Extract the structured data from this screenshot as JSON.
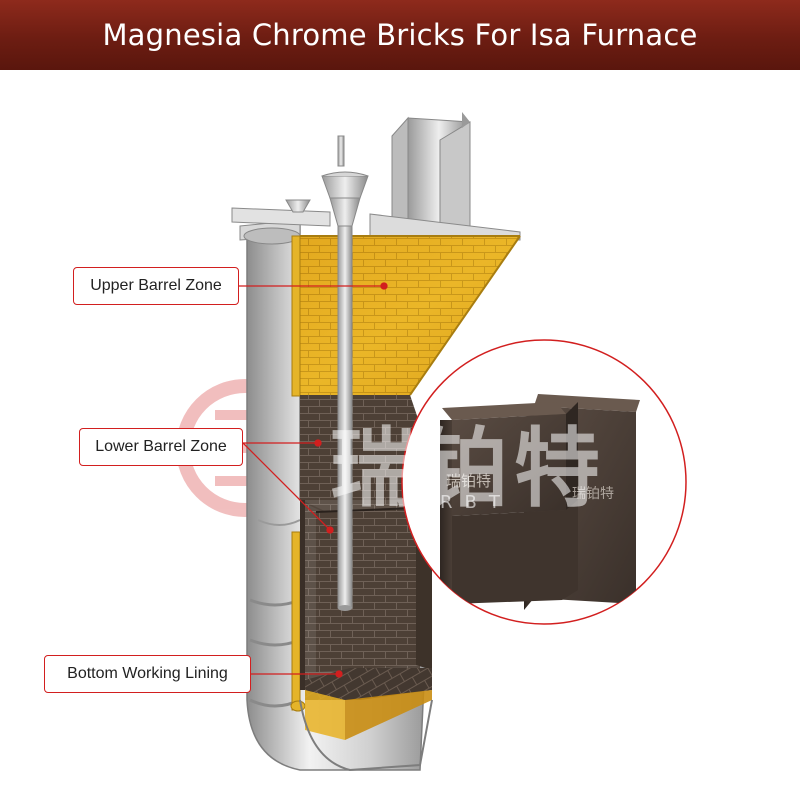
{
  "title": "Magnesia Chrome Bricks For Isa Furnace",
  "labels": {
    "upper": "Upper Barrel Zone",
    "lower": "Lower Barrel Zone",
    "bottom": "Bottom Working Lining"
  },
  "watermark": {
    "chinese": "瑞铂特",
    "english": "RBT"
  },
  "brick_stamp": "瑞铂特",
  "colors": {
    "header": "#7a2214",
    "callout_border": "#d21f1f",
    "brick_yellow": "#e9b320",
    "brick_dark": "#4a3d34"
  }
}
